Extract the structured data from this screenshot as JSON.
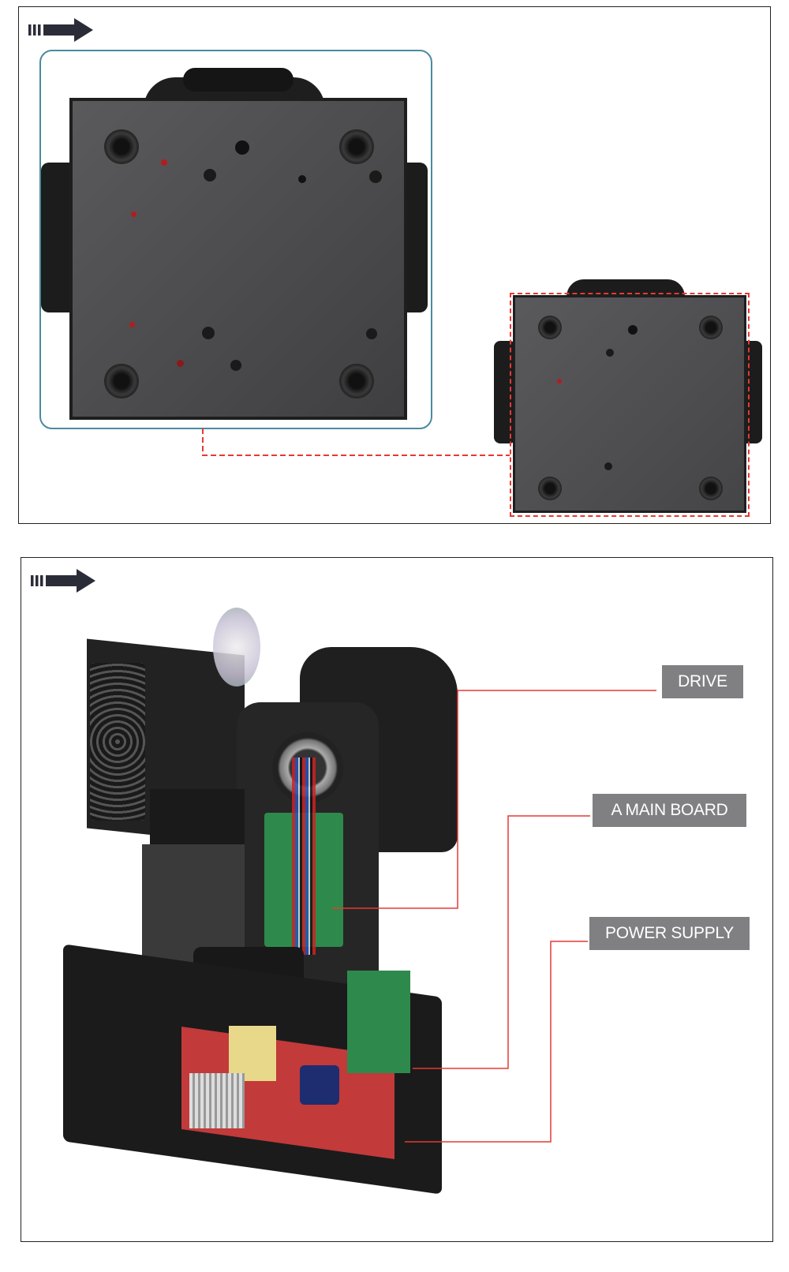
{
  "panels": [
    {
      "arrow_icon": "right-arrow-icon",
      "image": "light-bottom-view"
    },
    {
      "arrow_icon": "right-arrow-icon",
      "image": "light-internal-view",
      "callouts": [
        {
          "label": "DRIVE"
        },
        {
          "label": "A MAIN BOARD"
        },
        {
          "label": "POWER SUPPLY"
        }
      ]
    }
  ],
  "colors": {
    "frame": "#222222",
    "arrow": "#2a2d38",
    "highlight_box": "#4a8a9e",
    "callout_line": "#e53935",
    "label_bg": "#808083",
    "label_text": "#ffffff"
  }
}
